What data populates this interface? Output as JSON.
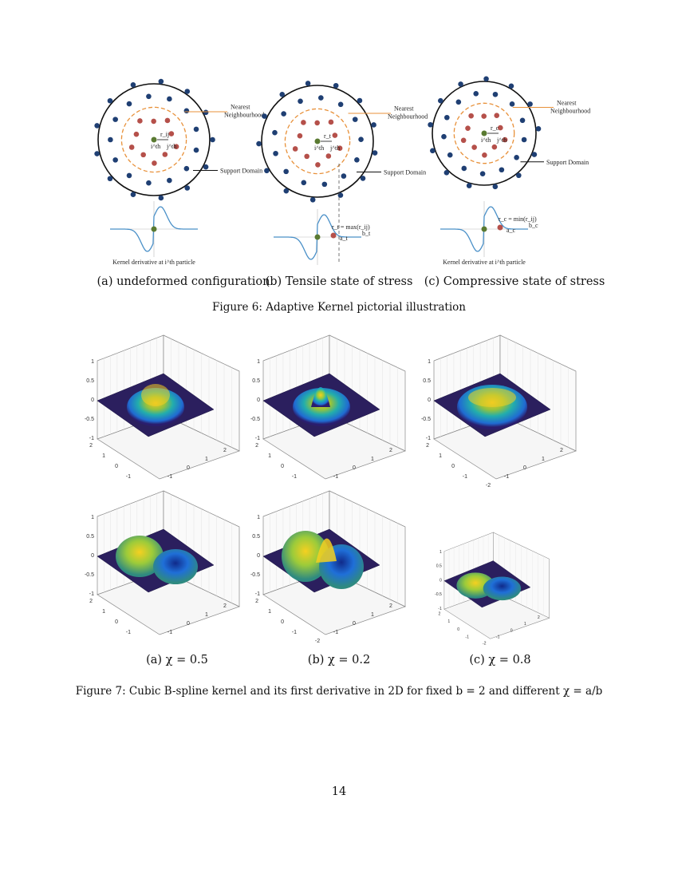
{
  "figure6": {
    "panels": [
      {
        "caption": "(a) undeformed configuration",
        "nearest_label": [
          "Nearest",
          "Neighbourhood"
        ],
        "support_label": "Support Domain",
        "r_label": "r_ij",
        "i_label": "i^th",
        "j_label": "j^th",
        "kernel_label": "Kernel derivative at i^th particle"
      },
      {
        "caption": "(b) Tensile state of stress",
        "nearest_label": [
          "Nearest",
          "Neighbourhood"
        ],
        "support_label": "Support Domain",
        "r_label": "r_t",
        "i_label": "i^th",
        "j_label": "j^th",
        "kernel_eq": "r_t = max(r_ij)",
        "a_label": "a_t",
        "b_label": "b_t"
      },
      {
        "caption": "(c) Compressive state of stress",
        "nearest_label": [
          "Nearest",
          "Neighbourhood"
        ],
        "support_label": "Support Domain",
        "r_label": "r_c",
        "i_label": "i^th",
        "j_label": "j^th",
        "kernel_eq": "r_c = min(r_ij)",
        "a_label": "a_c",
        "b_label": "b_c",
        "kernel_label": "Kernel derivative at i^th particle"
      }
    ],
    "caption": "Figure 6: Adaptive Kernel pictorial illustration",
    "colors": {
      "neighbour": "#b5504a",
      "support": "#1f3f73",
      "center": "#5a7a32",
      "dashed": "#e8913a",
      "curve": "#4a90c8"
    }
  },
  "figure7": {
    "z_ticks": [
      "1",
      "0.5",
      "0",
      "-0.5",
      "-1"
    ],
    "y_ticks": [
      "2",
      "1",
      "0",
      "-1"
    ],
    "x_ticks": [
      "-1",
      "0",
      "1",
      "2"
    ],
    "x_ticks_full": [
      "-2",
      "-2",
      "-1",
      "0",
      "1",
      "2"
    ],
    "plots": [
      {
        "kind": "kernel",
        "peak": "round"
      },
      {
        "kind": "kernel",
        "peak": "sharp"
      },
      {
        "kind": "kernel",
        "peak": "flat"
      },
      {
        "kind": "derivative",
        "peak": "round"
      },
      {
        "kind": "derivative",
        "peak": "sharp"
      },
      {
        "kind": "derivative",
        "peak": "flat"
      }
    ],
    "captions": [
      "(a) χ = 0.5",
      "(b) χ = 0.2",
      "(c) χ = 0.8"
    ],
    "caption": "Figure 7: Cubic B-spline kernel and its first derivative in 2D for fixed b = 2 and different χ = a/b",
    "colormap": [
      "#2a1d6e",
      "#1f6fd8",
      "#22b5b0",
      "#9ccb3a",
      "#f5d020"
    ]
  },
  "page_number": "14"
}
